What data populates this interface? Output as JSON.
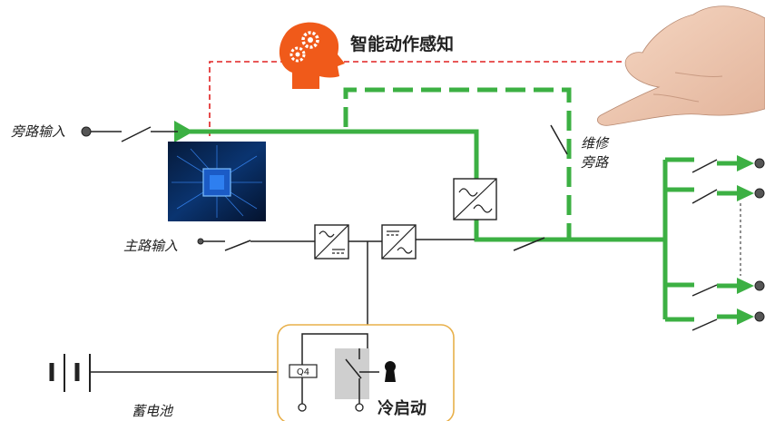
{
  "labels": {
    "smart_sensing": "智能动作感知",
    "bypass_input": "旁路输入",
    "main_input": "主路输入",
    "maintenance_bypass": [
      "维修",
      "旁路"
    ],
    "battery": "蓄电池",
    "cold_start": "冷启动",
    "q4": "Q4"
  },
  "icons": {
    "brain": "head-gears-icon",
    "hand": "pointing-hand-icon",
    "chip": "processor-chip-icon",
    "key": "keyhole-icon"
  },
  "colors": {
    "power_path": "#3cb043",
    "sensing_line": "#e02020",
    "brain_icon": "#f05a1a",
    "cold_start_frame": "#e8b04a",
    "wire": "#222222"
  }
}
